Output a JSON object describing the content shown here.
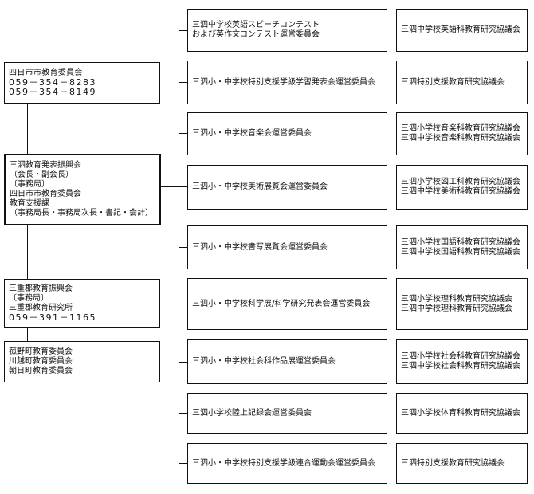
{
  "left": {
    "yokkaichi_board": [
      "四日市市教育委員会",
      "059－354－8283",
      "059－354－8149"
    ],
    "promotion_association": [
      "三泗教育発表振興会",
      "（会長・副会長）",
      "〔事務局〕",
      "四日市市教育委員会",
      "教育支援課",
      "（事務局長・事務局次長・書記・会計）"
    ],
    "mie_gun_association": [
      "三重郡教育振興会",
      "〔事務局〕",
      "三重郡教育研究所",
      "059－391－1165"
    ],
    "town_boards": [
      "菰野町教育委員会",
      "川越町教育委員会",
      "朝日町教育委員会"
    ]
  },
  "committees": [
    [
      "三泗中学校英語スピーチコンテスト",
      "および英作文コンテスト運営委員会"
    ],
    [
      "三泗小・中学校特別支援学級学習発表会運営委員会"
    ],
    [
      "三泗小・中学校音楽会運営委員会"
    ],
    [
      "三泗小・中学校美術展覧会運営委員会"
    ],
    [
      "三泗小・中学校書写展覧会運営委員会"
    ],
    [
      "三泗小・中学校科学展/科学研究発表会運営委員会"
    ],
    [
      "三泗小・中学校社会科作品展運営委員会"
    ],
    [
      "三泗小学校陸上記録会運営委員会"
    ],
    [
      "三泗小・中学校特別支援学級連合運動会運営委員会"
    ]
  ],
  "councils": [
    [
      "三泗中学校英語科教育研究協議会"
    ],
    [
      "三泗特別支援教育研究協議会"
    ],
    [
      "三泗小学校音楽科教育研究協議会",
      "三泗中学校音楽科教育研究協議会"
    ],
    [
      "三泗小学校図工科教育研究協議会",
      "三泗中学校美術科教育研究協議会"
    ],
    [
      "三泗小学校国語科教育研究協議会",
      "三泗中学校国語科教育研究協議会"
    ],
    [
      "三泗小学校理科教育研究協議会",
      "三泗中学校理科教育研究協議会"
    ],
    [
      "三泗小学校社会科教育研究協議会",
      "三泗中学校社会科教育研究協議会"
    ],
    [
      "三泗小学校体育科教育研究協議会"
    ],
    [
      "三泗特別支援教育研究協議会"
    ]
  ]
}
